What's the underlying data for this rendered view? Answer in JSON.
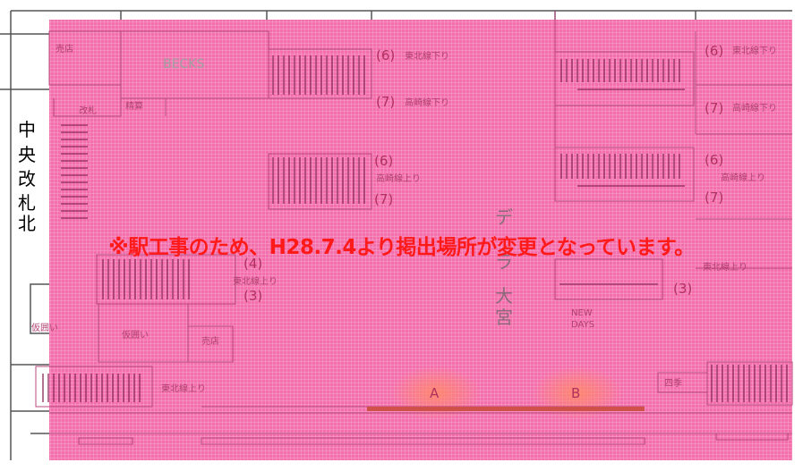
{
  "labels": {
    "shop_left": "売店",
    "shop_becks": "BECKS",
    "toilet": "改札",
    "info": "精算",
    "central_gate": [
      "中",
      "央",
      "改",
      "札",
      "北"
    ],
    "karigakoi_1": "仮囲い",
    "karigakoi_2": "仮囲い",
    "shop_small": "売店",
    "tohoku_down": "東北線上り",
    "stair_label_bottom": "東北線上り",
    "newdays": [
      "NEW",
      "DAYS"
    ],
    "shiki": "四季",
    "dept_vertical": [
      "デ",
      "ラ",
      "大",
      "宮"
    ],
    "platform_a": "A",
    "platform_b": "B"
  },
  "tracks": {
    "upper_left": {
      "num1": "(6)",
      "name1": "東北線下り",
      "num2": "(7)",
      "name2": "高崎線下り"
    },
    "mid_left": {
      "num1": "(6)",
      "name1": "高崎線上り",
      "num2": "(7)"
    },
    "lower_left": {
      "num1": "(4)",
      "name1": "東北線上り",
      "num2": "(3)"
    },
    "upper_right": {
      "num1": "(6)",
      "name1": "東北線下り",
      "num2": "(7)",
      "name2": "高崎線下り"
    },
    "mid_right": {
      "num1": "(6)",
      "name1": "高崎線上り",
      "num2": "(7)"
    },
    "lower_right": {
      "name1": "東北線上り",
      "num2": "(3)"
    }
  },
  "notice": "※駅工事のため、H28.7.4より掲出場所が変更となっています。",
  "colors": {
    "overlay": "#f06aa8",
    "notice": "#ff1a1a",
    "lines": "#555555"
  }
}
